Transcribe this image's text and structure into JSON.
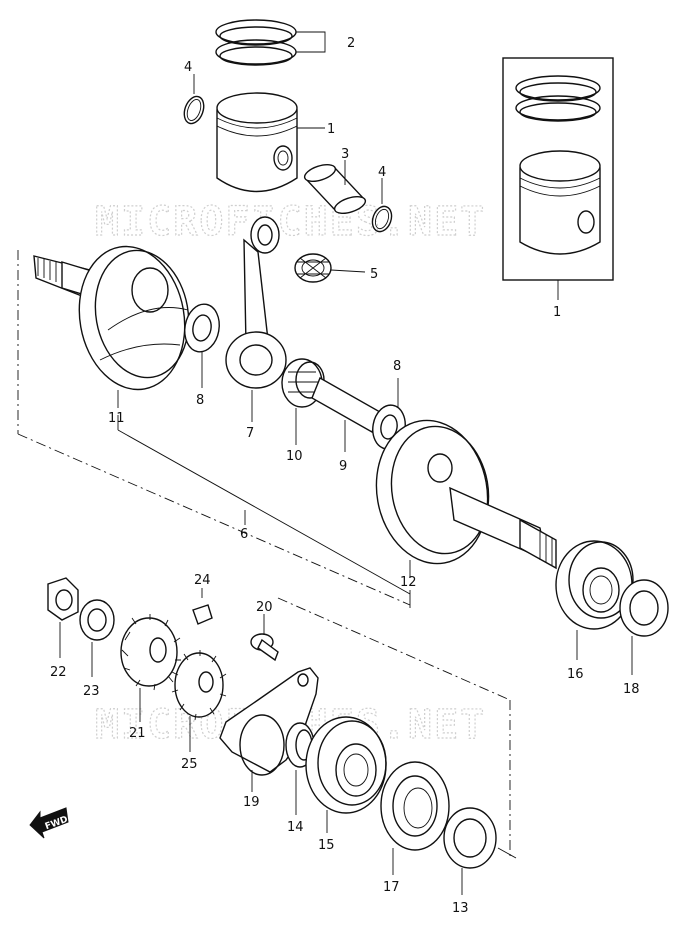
{
  "watermark": "MICROFICHES.NET",
  "fwd_label": "FWD",
  "callouts": [
    {
      "id": "2",
      "label": "2"
    },
    {
      "id": "4a",
      "label": "4"
    },
    {
      "id": "1a",
      "label": "1"
    },
    {
      "id": "3",
      "label": "3"
    },
    {
      "id": "4b",
      "label": "4"
    },
    {
      "id": "5",
      "label": "5"
    },
    {
      "id": "1b",
      "label": "1"
    },
    {
      "id": "8a",
      "label": "8"
    },
    {
      "id": "11",
      "label": "11"
    },
    {
      "id": "7",
      "label": "7"
    },
    {
      "id": "8b",
      "label": "8"
    },
    {
      "id": "10",
      "label": "10"
    },
    {
      "id": "9",
      "label": "9"
    },
    {
      "id": "6",
      "label": "6"
    },
    {
      "id": "12",
      "label": "12"
    },
    {
      "id": "24",
      "label": "24"
    },
    {
      "id": "20",
      "label": "20"
    },
    {
      "id": "22",
      "label": "22"
    },
    {
      "id": "23",
      "label": "23"
    },
    {
      "id": "21",
      "label": "21"
    },
    {
      "id": "25",
      "label": "25"
    },
    {
      "id": "19",
      "label": "19"
    },
    {
      "id": "14",
      "label": "14"
    },
    {
      "id": "15",
      "label": "15"
    },
    {
      "id": "16",
      "label": "16"
    },
    {
      "id": "18",
      "label": "18"
    },
    {
      "id": "17",
      "label": "17"
    },
    {
      "id": "13",
      "label": "13"
    }
  ]
}
